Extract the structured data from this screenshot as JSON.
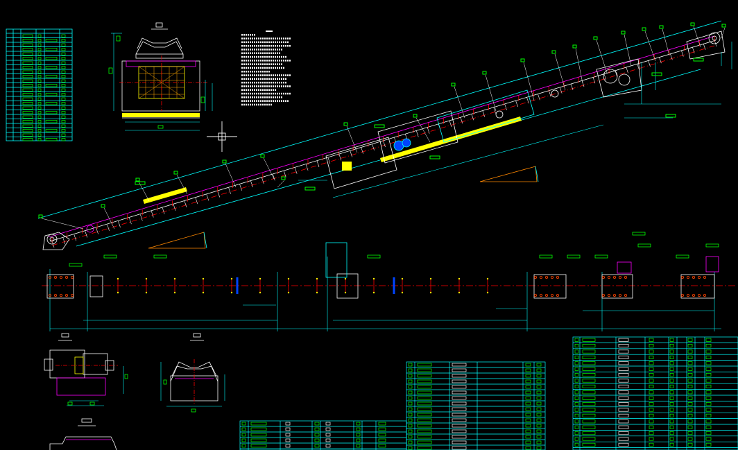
{
  "drawing": {
    "background": "#000000",
    "colors": {
      "cyan": "#00ffff",
      "green": "#00ff00",
      "yellow": "#ffff00",
      "white": "#ffffff",
      "red": "#ff0000",
      "magenta": "#ff00ff",
      "blue": "#0044ff",
      "orange": "#ff8800"
    },
    "views": [
      "parts-table-top-left",
      "cross-section-top",
      "notes-block",
      "crosshair-cursor",
      "inclined-conveyor-elevation",
      "conveyor-plan-view",
      "drive-unit-detail",
      "idler-section-detail",
      "bottom-tables"
    ]
  }
}
